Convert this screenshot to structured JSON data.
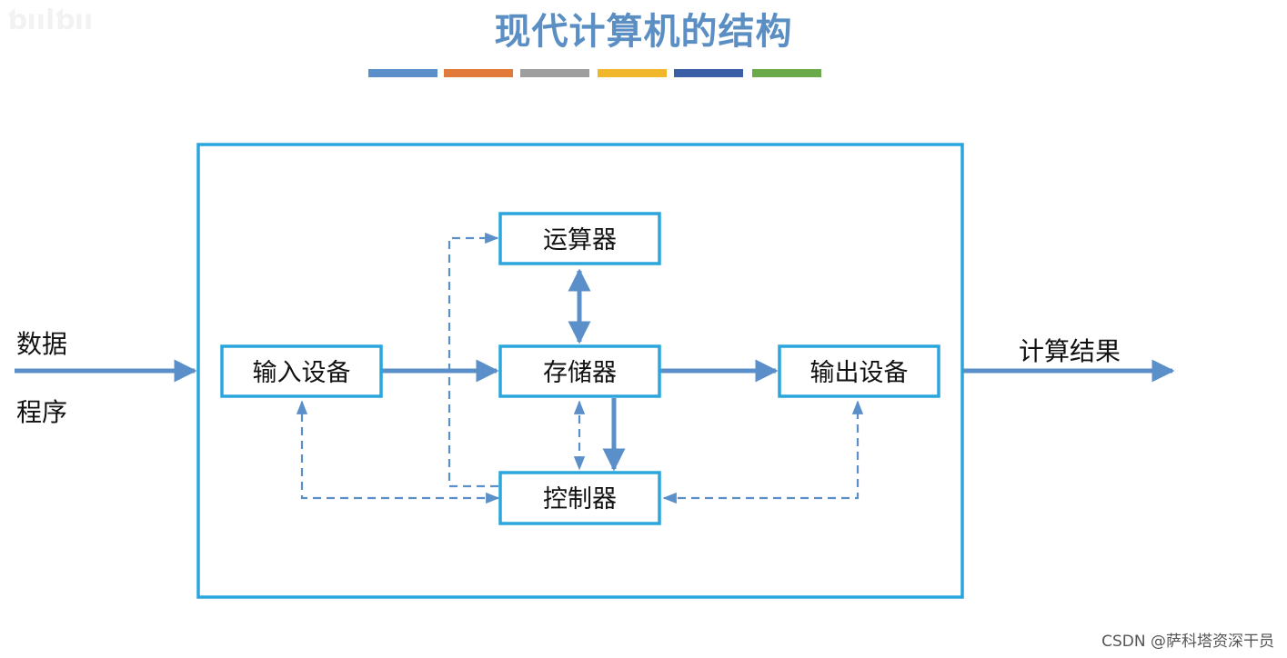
{
  "title": "现代计算机的结构",
  "accent_bar_colors": [
    "#5b8fc9",
    "#e0793a",
    "#9e9e9e",
    "#f0b72a",
    "#3b5fa6",
    "#6aaa4a"
  ],
  "colors": {
    "frame": "#2aa6dc",
    "node_border": "#2aa6dc",
    "arrow": "#5b8fc9"
  },
  "inputs": {
    "data": "数据",
    "program": "程序"
  },
  "output": {
    "result": "计算结果"
  },
  "nodes": {
    "alu": "运算器",
    "memory": "存储器",
    "input_device": "输入设备",
    "output_device": "输出设备",
    "controller": "控制器"
  },
  "credit": "CSDN @萨科塔资深干员"
}
